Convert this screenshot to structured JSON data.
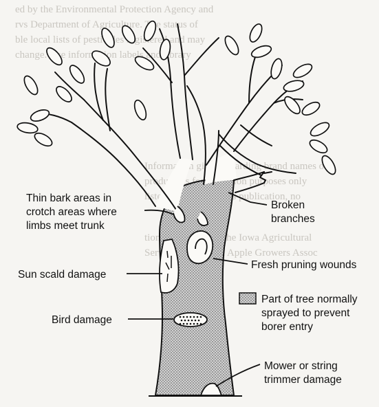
{
  "background_text": [
    "ed by the Environmental Protection Agency and",
    "rvs Department of Agriculture. The status of",
    "ble local lists of pesticides registered and may",
    "change. Use information labels and library",
    "Information given regarding brand names of",
    "products is for education purposes only",
    "listed or named in this publication, no",
    "tion is intended by the Iowa Agricultural",
    "Service or the Iowa Apple Growers Assoc"
  ],
  "labels": {
    "thin_bark": [
      "Thin bark areas in",
      "crotch areas where",
      "limbs meet trunk"
    ],
    "broken_branches": [
      "Broken",
      "branches"
    ],
    "sun_scald": "Sun scald damage",
    "fresh_pruning": "Fresh pruning wounds",
    "bird_damage": "Bird damage",
    "legend_sprayed": [
      "Part of tree normally",
      "sprayed to prevent",
      "borer entry"
    ],
    "mower_damage": [
      "Mower or string",
      "trimmer damage"
    ]
  },
  "colors": {
    "ink": "#111111",
    "paper": "#f6f5f2",
    "sprayed_stipple": "#8a8a8a"
  }
}
